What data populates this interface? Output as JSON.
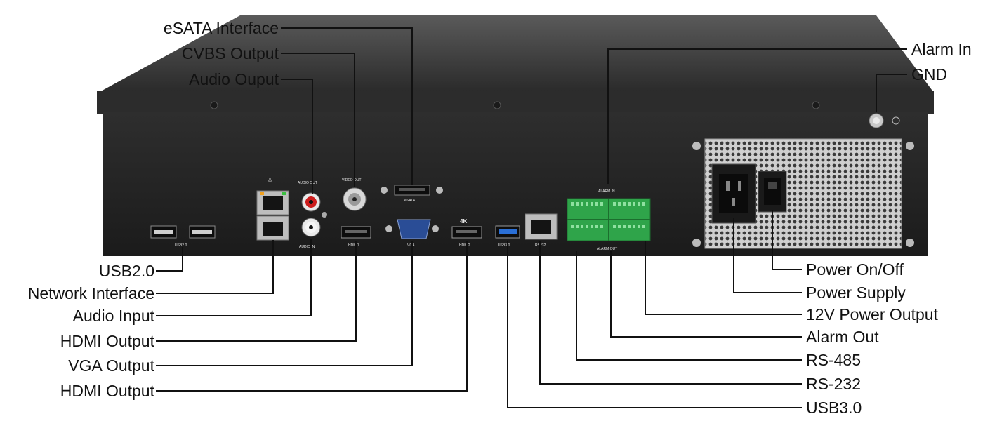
{
  "callouts": {
    "esata_interface": "eSATA Interface",
    "cvbs_output": "CVBS Output",
    "audio_output": "Audio Ouput",
    "usb2": "USB2.0",
    "network_interface": "Network Interface",
    "audio_input": "Audio Input",
    "hdmi_output_1": "HDMI Output",
    "vga_output": "VGA Output",
    "hdmi_output_2": "HDMI Output",
    "alarm_in": "Alarm In",
    "gnd": "GND",
    "power_onoff": "Power On/Off",
    "power_supply": "Power Supply",
    "power_output_12v": "12V Power Output",
    "alarm_out": "Alarm Out",
    "rs485": "RS-485",
    "rs232": "RS-232",
    "usb3": "USB3.0"
  },
  "device_labels": {
    "usb2": "USB2.0",
    "audio_out": "AUDIO OUT",
    "audio_in": "AUDIO IN",
    "video_out": "VIDEO OUT",
    "esata": "eSATA",
    "hdmi1": "HDMI1",
    "vga": "VGA",
    "hdmi2_4k": "4K",
    "hdmi2": "HDMI2",
    "usb3": "USB3.0",
    "rs232": "RS232",
    "alarm_in": "ALARM IN",
    "alarm_out": "ALARM OUT"
  },
  "colors": {
    "chassis": "#1f1f1f",
    "terminal_block": "#2fa44a",
    "vga_connector": "#2a4d96",
    "usb3_insert": "#2a6fd6",
    "audio_out_ring": "#cc1c1c"
  }
}
